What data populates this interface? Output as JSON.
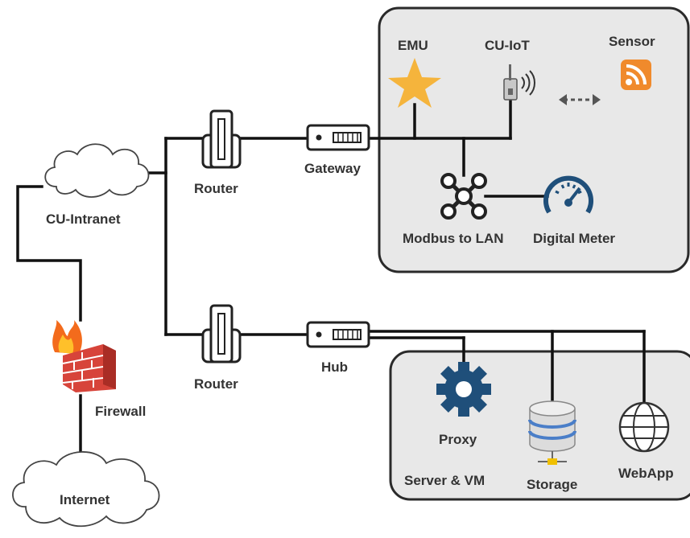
{
  "colors": {
    "panel_fill": "#e8e8e8",
    "panel_border": "#2a2a2a",
    "line": "#111111",
    "emu_star": "#f5b43c",
    "sensor_icon": "#f08a2c",
    "gear": "#1f4f7a",
    "meter": "#1f4f7a",
    "firewall_brick": "#d7443a",
    "flame": "#f36b1c"
  },
  "nodes": {
    "cu_intranet": {
      "label": "CU-Intranet",
      "icon": "cloud-icon"
    },
    "internet": {
      "label": "Internet",
      "icon": "cloud-icon"
    },
    "firewall": {
      "label": "Firewall",
      "icon": "firewall-icon"
    },
    "router_top": {
      "label": "Router",
      "icon": "router-icon"
    },
    "router_bottom": {
      "label": "Router",
      "icon": "router-icon"
    },
    "gateway": {
      "label": "Gateway",
      "icon": "switch-icon"
    },
    "hub": {
      "label": "Hub",
      "icon": "switch-icon"
    },
    "emu": {
      "label": "EMU",
      "icon": "star-icon"
    },
    "cu_iot": {
      "label": "CU-IoT",
      "icon": "wireless-device-icon"
    },
    "sensor": {
      "label": "Sensor",
      "icon": "rss-feed-icon"
    },
    "modbus": {
      "label": "Modbus  to LAN",
      "icon": "drone-hub-icon"
    },
    "digital_meter": {
      "label": "Digital Meter",
      "icon": "gauge-icon"
    },
    "proxy": {
      "label": "Proxy",
      "icon": "gear-icon"
    },
    "server_vm": {
      "label": "Server & VM"
    },
    "storage": {
      "label": "Storage",
      "icon": "database-icon"
    },
    "webapp": {
      "label": "WebApp",
      "icon": "globe-icon"
    }
  }
}
